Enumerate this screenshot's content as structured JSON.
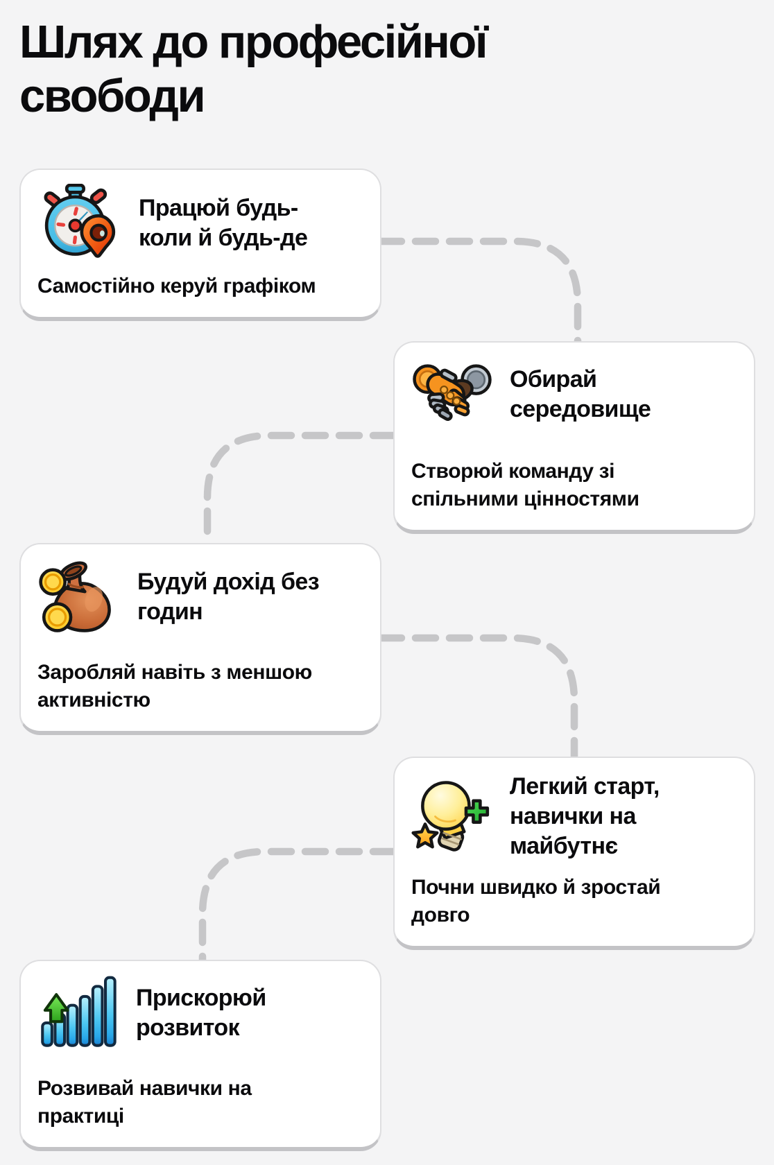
{
  "page": {
    "title": "Шлях до професійної свободи",
    "background_color": "#f4f4f5",
    "card_color": "#ffffff",
    "connector_color": "#c6c6c8",
    "text_color": "#0b0b0d"
  },
  "steps": [
    {
      "icon": "stopwatch-location-pin",
      "title": "Працюй будь-коли й будь-де",
      "subtitle": "Самостійно керуй графіком"
    },
    {
      "icon": "handshake",
      "title": "Обирай середовище",
      "subtitle": "Створюй команду зі спільними цінностями"
    },
    {
      "icon": "money-bag-coins",
      "title": "Будуй дохід без годин",
      "subtitle": "Заробляй навіть з меншою активністю"
    },
    {
      "icon": "lightbulb-plus-star",
      "title": "Легкий старт, навички на майбутнє",
      "subtitle": "Почни швидко й зростай довго"
    },
    {
      "icon": "growth-bars-arrow",
      "title": "Прискорюй розвиток",
      "subtitle": "Розвивай навички на практиці"
    }
  ]
}
